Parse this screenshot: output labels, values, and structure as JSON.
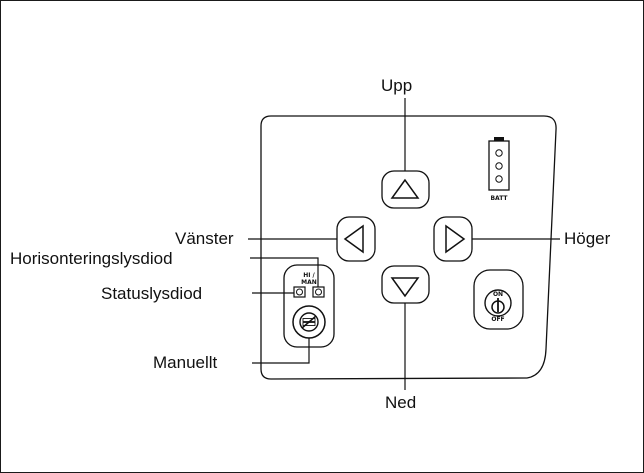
{
  "callouts": {
    "up": "Upp",
    "down": "Ned",
    "left": "Vänster",
    "right": "Höger",
    "leveling_led": "Horisonteringslysdiod",
    "status_led": "Statuslysdiod",
    "manual": "Manuellt"
  },
  "panel_labels": {
    "batt": "BATT",
    "hi_man": "HI / MAN",
    "hi": "HI /",
    "man": "MAN",
    "on": "ON",
    "off": "OFF"
  },
  "icons": {
    "up_button": "triangle-up-icon",
    "down_button": "triangle-down-icon",
    "left_button": "triangle-left-icon",
    "right_button": "triangle-right-icon",
    "manual_button": "manual-mode-icon",
    "power_button": "power-icon",
    "battery": "battery-indicator-icon"
  }
}
